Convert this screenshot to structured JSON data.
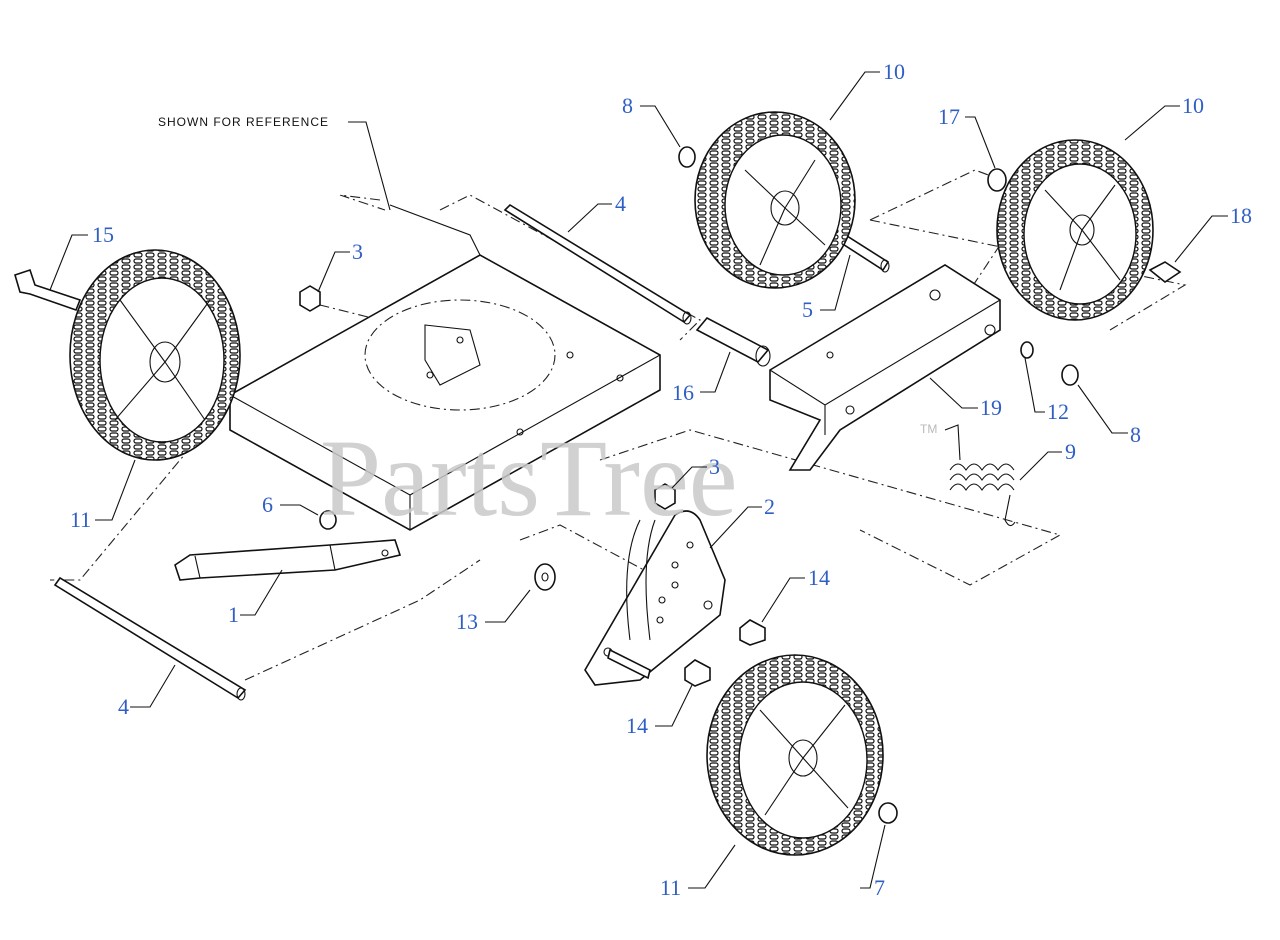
{
  "diagram": {
    "note": "SHOWN FOR REFERENCE",
    "watermark": "PartsTree",
    "trademark": "TM",
    "callouts": [
      {
        "id": "c15",
        "label": "15"
      },
      {
        "id": "c3a",
        "label": "3"
      },
      {
        "id": "c4a",
        "label": "4"
      },
      {
        "id": "c8a",
        "label": "8"
      },
      {
        "id": "c10a",
        "label": "10"
      },
      {
        "id": "c17",
        "label": "17"
      },
      {
        "id": "c10b",
        "label": "10"
      },
      {
        "id": "c18",
        "label": "18"
      },
      {
        "id": "c5",
        "label": "5"
      },
      {
        "id": "c16",
        "label": "16"
      },
      {
        "id": "c19",
        "label": "19"
      },
      {
        "id": "c12",
        "label": "12"
      },
      {
        "id": "c8b",
        "label": "8"
      },
      {
        "id": "c9",
        "label": "9"
      },
      {
        "id": "c3b",
        "label": "3"
      },
      {
        "id": "c2",
        "label": "2"
      },
      {
        "id": "c6",
        "label": "6"
      },
      {
        "id": "c11a",
        "label": "11"
      },
      {
        "id": "c1",
        "label": "1"
      },
      {
        "id": "c13",
        "label": "13"
      },
      {
        "id": "c14a",
        "label": "14"
      },
      {
        "id": "c14b",
        "label": "14"
      },
      {
        "id": "c4b",
        "label": "4"
      },
      {
        "id": "c11b",
        "label": "11"
      },
      {
        "id": "c7",
        "label": "7"
      }
    ]
  }
}
